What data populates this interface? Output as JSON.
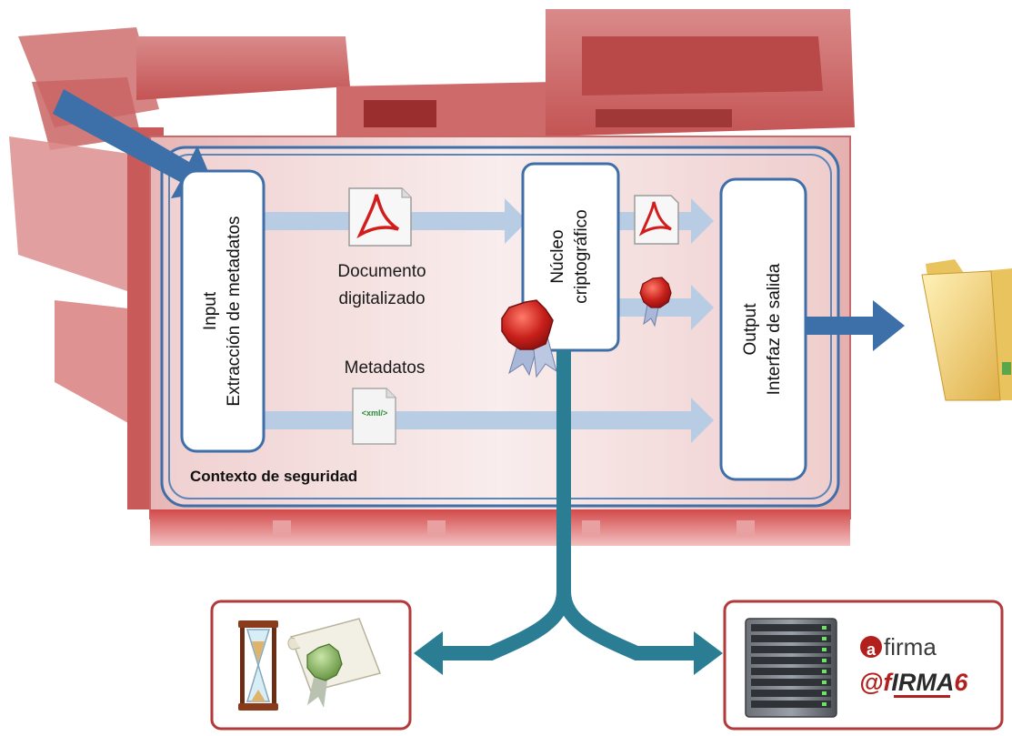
{
  "input_box": {
    "line1": "Input",
    "line2": "Extracción de metadatos"
  },
  "crypto_box": {
    "line1": "Núcleo",
    "line2": "criptográfico"
  },
  "output_box": {
    "line1": "Output",
    "line2": "Interfaz de salida"
  },
  "document_label": {
    "line1": "Documento",
    "line2": "digitalizado"
  },
  "metadata_label": "Metadatos",
  "xml_icon_text": "<xml/>",
  "security_context_label": "Contexto de seguridad",
  "brand": {
    "afirma": "firma",
    "afirma_a": "a",
    "afirma6_prefix": "@f",
    "afirma6_word": "IRMA",
    "afirma6_number": "6"
  },
  "colors": {
    "machine_red": "#c84e4e",
    "frame_blue": "#3f6fa8",
    "flow_arrow": "#b8cde3",
    "input_arrow": "#3d6fa8",
    "service_arrow": "#2b7d94",
    "service_box_border": "#b23a3a",
    "brand_red": "#b2201e"
  },
  "icons": [
    "pdf-document-icon",
    "xml-document-icon",
    "seal-icon",
    "folder-icon",
    "hourglass-icon",
    "diploma-icon",
    "server-rack-icon"
  ]
}
